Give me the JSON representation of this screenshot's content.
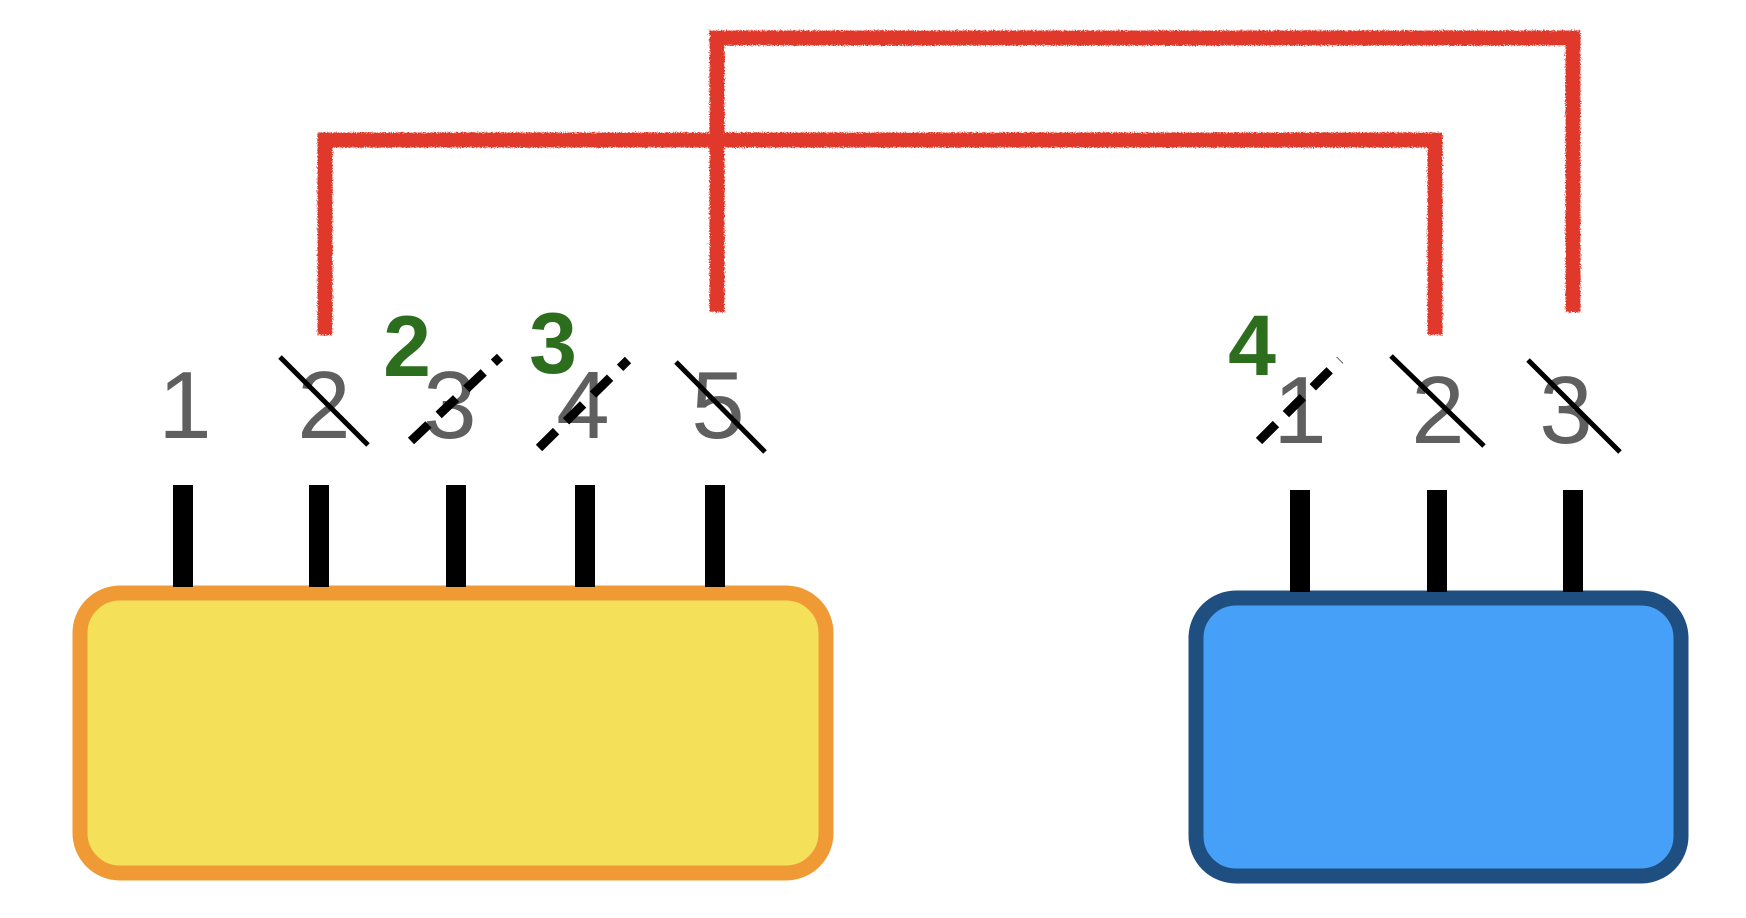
{
  "colors": {
    "left_block_fill": "#F5E05A",
    "left_block_border": "#F09A35",
    "right_block_fill": "#47A0F7",
    "right_block_border": "#1F4E80",
    "wire": "#E0392A",
    "pin": "#000000",
    "pin_label": "#5F5F5F",
    "renumber_label": "#2D6E1E"
  },
  "left_block": {
    "pins": [
      {
        "label": "1",
        "mark": "none"
      },
      {
        "label": "2",
        "mark": "strike"
      },
      {
        "label": "3",
        "mark": "dashed"
      },
      {
        "label": "4",
        "mark": "dashed"
      },
      {
        "label": "5",
        "mark": "strike"
      }
    ]
  },
  "right_block": {
    "pins": [
      {
        "label": "1",
        "mark": "dashed"
      },
      {
        "label": "2",
        "mark": "strike"
      },
      {
        "label": "3",
        "mark": "strike"
      }
    ]
  },
  "renumber_labels": [
    {
      "text": "2",
      "refers_to": "left pin 3"
    },
    {
      "text": "3",
      "refers_to": "left pin 4"
    },
    {
      "text": "4",
      "refers_to": "right pin 1"
    }
  ],
  "connections": [
    {
      "from": "left pin 2",
      "to": "right pin 2"
    },
    {
      "from": "left pin 5",
      "to": "right pin 3"
    }
  ]
}
